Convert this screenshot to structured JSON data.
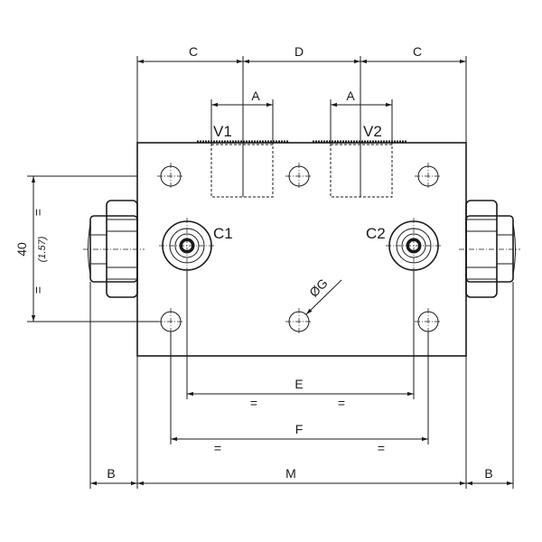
{
  "labels": {
    "dim_c_left": "C",
    "dim_d": "D",
    "dim_c_right": "C",
    "dim_a_left": "A",
    "dim_a_right": "A",
    "port_v1": "V1",
    "port_v2": "V2",
    "port_c1": "C1",
    "port_c2": "C2",
    "dim_g": "ØG",
    "dim_e": "E",
    "dim_f": "F",
    "dim_m": "M",
    "dim_b_left": "B",
    "dim_b_right": "B",
    "dim_40": "40",
    "dim_157": "(1.57)",
    "eq": "="
  },
  "colors": {
    "stroke": "#1a1a1a",
    "background": "#ffffff"
  }
}
